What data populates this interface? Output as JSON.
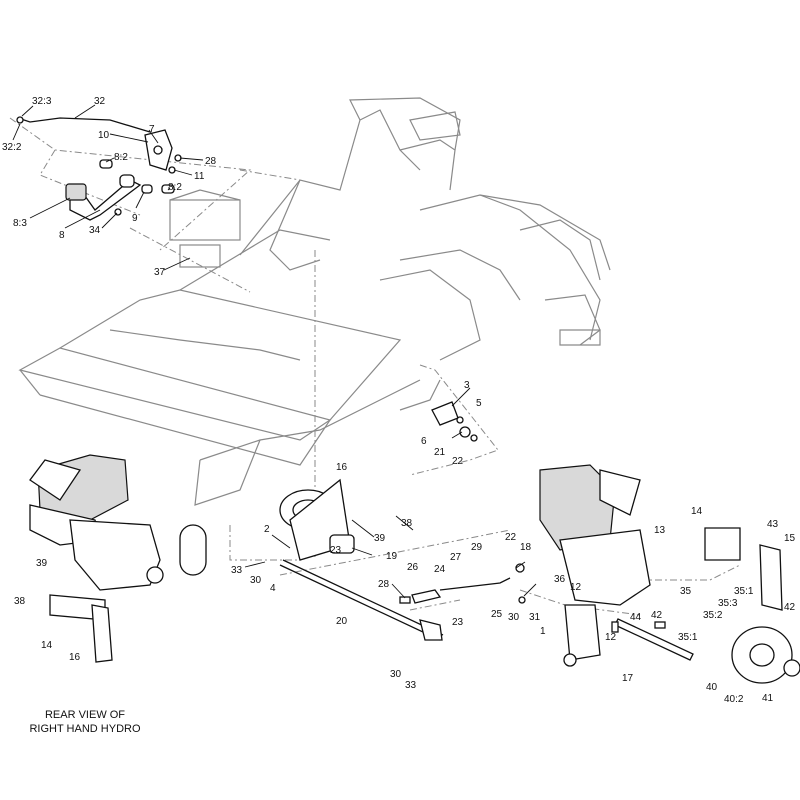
{
  "caption": {
    "line1": "REAR VIEW OF",
    "line2": "RIGHT HAND HYDRO"
  },
  "callouts": {
    "c32_3": "32:3",
    "c32": "32",
    "c32_2": "32:2",
    "c10": "10",
    "c7": "7",
    "c8_2a": "8:2",
    "c28a": "28",
    "c11": "11",
    "c9": "9",
    "c8_2b": "8:2",
    "c8_3": "8:3",
    "c8": "8",
    "c34": "34",
    "c37": "37",
    "c3": "3",
    "c5": "5",
    "c6": "6",
    "c21": "21",
    "c22a": "22",
    "c16a": "16",
    "c2": "2",
    "c38a": "38",
    "c39a": "39",
    "c23a": "23",
    "c19": "19",
    "c33a": "33",
    "c30a": "30",
    "c4": "4",
    "c26": "26",
    "c28b": "28",
    "c27": "27",
    "c24": "24",
    "c29": "29",
    "c22b": "22",
    "c18": "18",
    "c20": "20",
    "c23b": "23",
    "c25": "25",
    "c30b": "30",
    "c31": "31",
    "c30c": "30",
    "c33b": "33",
    "c39b": "39",
    "c38b": "38",
    "c14a": "14",
    "c16b": "16",
    "c13": "13",
    "c14b": "14",
    "c43": "43",
    "c15": "15",
    "c36": "36",
    "c12a": "12",
    "c1": "1",
    "c44": "44",
    "c12b": "12",
    "c42a": "42",
    "c35": "35",
    "c35_1a": "35:1",
    "c35_3": "35:3",
    "c35_2": "35:2",
    "c42b": "42",
    "c35_1b": "35:1",
    "c17": "17",
    "c40": "40",
    "c40_2": "40:2",
    "c41": "41"
  }
}
